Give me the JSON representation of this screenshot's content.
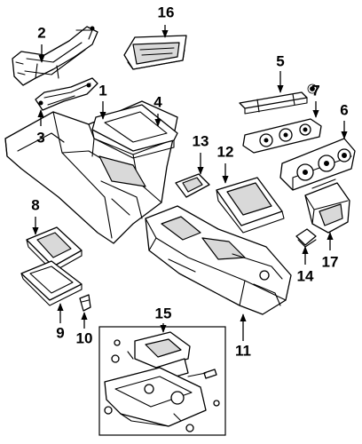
{
  "callouts": [
    {
      "id": "2",
      "label": "2"
    },
    {
      "id": "3",
      "label": "3"
    },
    {
      "id": "16",
      "label": "16"
    },
    {
      "id": "1",
      "label": "1"
    },
    {
      "id": "4",
      "label": "4"
    },
    {
      "id": "5",
      "label": "5"
    },
    {
      "id": "7",
      "label": "7"
    },
    {
      "id": "6",
      "label": "6"
    },
    {
      "id": "13",
      "label": "13"
    },
    {
      "id": "12",
      "label": "12"
    },
    {
      "id": "8",
      "label": "8"
    },
    {
      "id": "9",
      "label": "9"
    },
    {
      "id": "10",
      "label": "10"
    },
    {
      "id": "15",
      "label": "15"
    },
    {
      "id": "11",
      "label": "11"
    },
    {
      "id": "14",
      "label": "14"
    },
    {
      "id": "17",
      "label": "17"
    }
  ],
  "colors": {
    "line": "#000000",
    "background": "#ffffff",
    "shade": "#d9d9d9"
  }
}
